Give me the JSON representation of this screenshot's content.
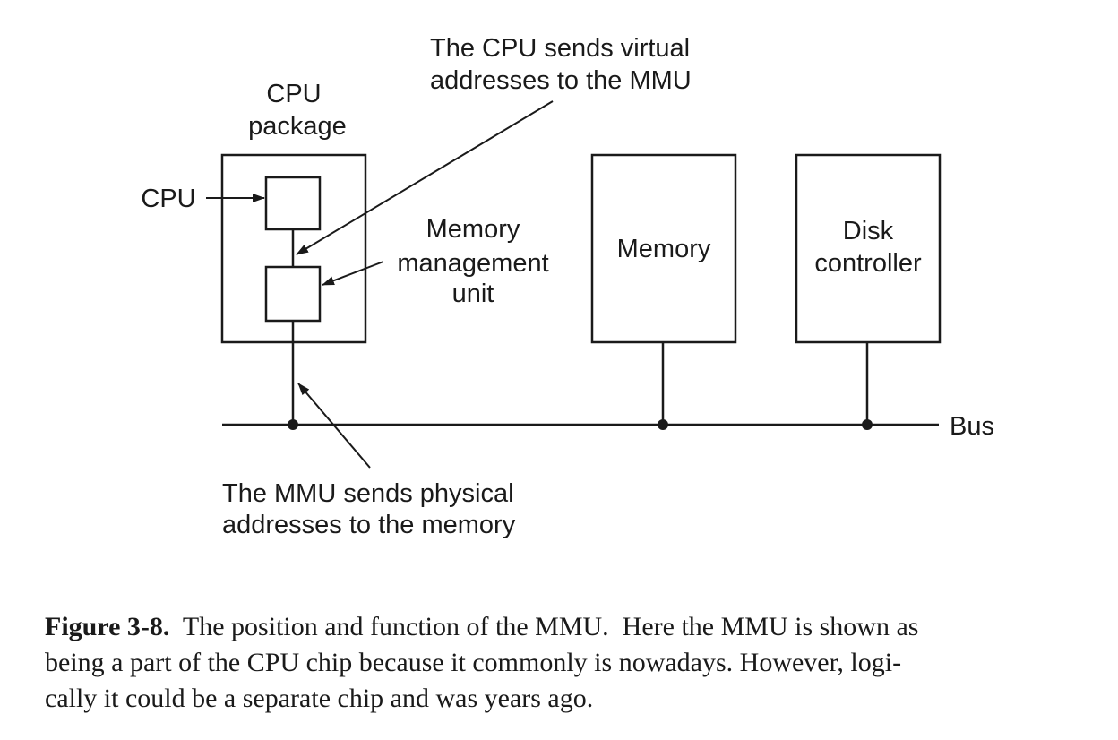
{
  "diagram": {
    "annotations": {
      "cpu_sends_line1": "The CPU sends virtual",
      "cpu_sends_line2": "addresses to the MMU",
      "mmu_sends_line1": "The MMU sends physical",
      "mmu_sends_line2": "addresses to the memory"
    },
    "labels": {
      "cpu_package_line1": "CPU",
      "cpu_package_line2": "package",
      "cpu": "CPU",
      "mmu_line1": "Memory",
      "mmu_line2": "management",
      "mmu_line3": "unit",
      "memory": "Memory",
      "disk_line1": "Disk",
      "disk_line2": "controller",
      "bus": "Bus"
    }
  },
  "caption": {
    "label": "Figure 3-8.",
    "line1_text": "The position and function of the MMU.  Here the MMU is shown as",
    "line2": "being a part of the CPU chip because it commonly is nowadays. However, logi-",
    "line3": "cally it could be a separate chip and was years ago."
  }
}
